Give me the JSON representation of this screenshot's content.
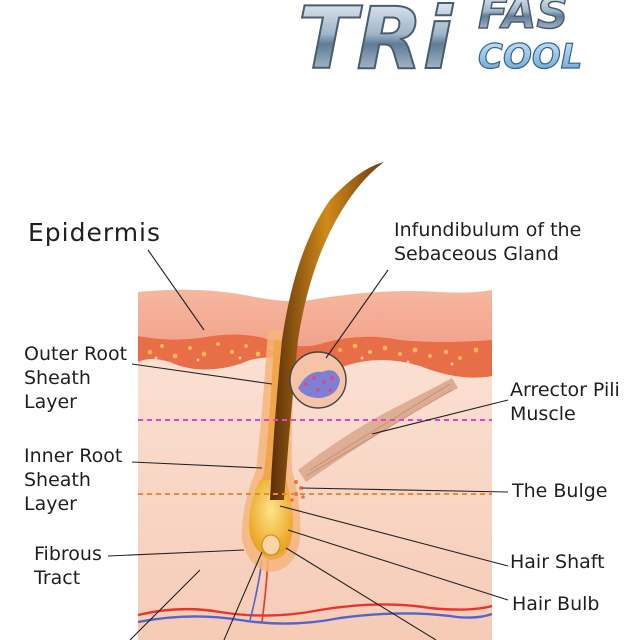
{
  "logo": {
    "brand_main": "TRi",
    "brand_sub": "FAS",
    "brand_sub2": "COOL"
  },
  "diagram": {
    "labels": {
      "epidermis": "Epidermis",
      "infundibulum": "Infundibulum of the\nSebaceous Gland",
      "outer_root": "Outer Root\nSheath\nLayer",
      "arrector": "Arrector Pili\nMuscle",
      "inner_root": "Inner Root\nSheath\nLayer",
      "bulge": "The Bulge",
      "fibrous": "Fibrous\nTract",
      "hair_shaft": "Hair Shaft",
      "hair_bulb": "Hair Bulb"
    }
  },
  "colors": {
    "epidermis_top": "#f7b7a0",
    "epidermis_mid": "#f19a85",
    "granular_layer": "#e7683f",
    "dermis": "#f8d5c4",
    "hair_dark": "#6b3a10",
    "hair_gold": "#d98f13",
    "bulb_yellow": "#f3c12f",
    "magenta_line": "#e43fd6",
    "orange_line": "#ef8a2a",
    "logo_blue": "#7fa8c9"
  }
}
